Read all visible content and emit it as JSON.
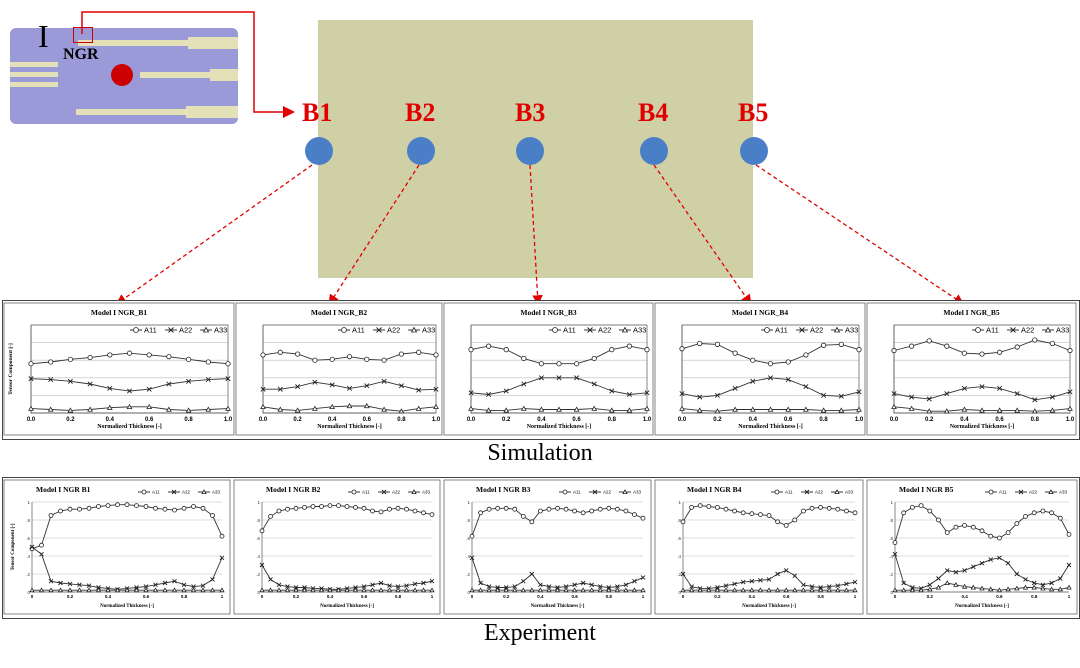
{
  "schematic": {
    "roman_label": "I",
    "ngr_label": "NGR"
  },
  "points": [
    "B1",
    "B2",
    "B3",
    "B4",
    "B5"
  ],
  "section_labels": {
    "simulation": "Simulation",
    "experiment": "Experiment"
  },
  "colors": {
    "panel": "#d0d0a6",
    "point": "#4a7fc8",
    "arrow": "#e00000",
    "schematic": "#9a9ad8",
    "gate": "#cc0000"
  },
  "simulation_charts": [
    {
      "title": "Model I NGR_B1",
      "type": "line",
      "ylabel": "Tensor Component [-]",
      "xlabel": "Normalized Thickness [-]",
      "ylim": [
        0,
        1
      ],
      "xticks": [
        "0.0",
        "0.2",
        "0.4",
        "0.6",
        "0.8",
        "1.0"
      ],
      "x": [
        0,
        0.1,
        0.2,
        0.3,
        0.4,
        0.5,
        0.6,
        0.7,
        0.8,
        0.9,
        1.0
      ],
      "series": [
        {
          "name": "A11",
          "values": [
            0.56,
            0.58,
            0.61,
            0.63,
            0.66,
            0.68,
            0.66,
            0.64,
            0.61,
            0.58,
            0.56
          ]
        },
        {
          "name": "A22",
          "values": [
            0.39,
            0.38,
            0.36,
            0.33,
            0.28,
            0.25,
            0.27,
            0.33,
            0.36,
            0.38,
            0.39
          ]
        },
        {
          "name": "A33",
          "values": [
            0.05,
            0.04,
            0.03,
            0.04,
            0.06,
            0.07,
            0.07,
            0.04,
            0.03,
            0.04,
            0.05
          ]
        }
      ]
    },
    {
      "title": "Model I NGR_B2",
      "type": "line",
      "ylabel": "",
      "xlabel": "Normalized Thickness [-]",
      "ylim": [
        0,
        1
      ],
      "xticks": [
        "0.0",
        "0.2",
        "0.4",
        "0.6",
        "0.8",
        "1.0"
      ],
      "x": [
        0,
        0.1,
        0.2,
        0.3,
        0.4,
        0.5,
        0.6,
        0.7,
        0.8,
        0.9,
        1.0
      ],
      "series": [
        {
          "name": "A11",
          "values": [
            0.66,
            0.69,
            0.67,
            0.6,
            0.61,
            0.64,
            0.61,
            0.6,
            0.67,
            0.69,
            0.66
          ]
        },
        {
          "name": "A22",
          "values": [
            0.27,
            0.27,
            0.3,
            0.35,
            0.32,
            0.28,
            0.31,
            0.36,
            0.31,
            0.26,
            0.27
          ]
        },
        {
          "name": "A33",
          "values": [
            0.07,
            0.04,
            0.03,
            0.05,
            0.07,
            0.08,
            0.08,
            0.04,
            0.02,
            0.05,
            0.07
          ]
        }
      ]
    },
    {
      "title": "Model I NGR_B3",
      "type": "line",
      "ylabel": "",
      "xlabel": "Normalized Thickness [-]",
      "ylim": [
        0,
        1
      ],
      "xticks": [
        "0.0",
        "0.2",
        "0.4",
        "0.6",
        "0.8",
        "1.0"
      ],
      "x": [
        0,
        0.1,
        0.2,
        0.3,
        0.4,
        0.5,
        0.6,
        0.7,
        0.8,
        0.9,
        1.0
      ],
      "series": [
        {
          "name": "A11",
          "values": [
            0.72,
            0.76,
            0.72,
            0.62,
            0.56,
            0.56,
            0.56,
            0.62,
            0.72,
            0.76,
            0.72
          ]
        },
        {
          "name": "A22",
          "values": [
            0.23,
            0.21,
            0.25,
            0.33,
            0.4,
            0.4,
            0.4,
            0.33,
            0.25,
            0.21,
            0.23
          ]
        },
        {
          "name": "A33",
          "values": [
            0.05,
            0.03,
            0.03,
            0.05,
            0.04,
            0.04,
            0.04,
            0.05,
            0.03,
            0.03,
            0.05
          ]
        }
      ]
    },
    {
      "title": "Model I NGR_B4",
      "type": "line",
      "ylabel": "",
      "xlabel": "Normalized Thickness [-]",
      "ylim": [
        0,
        1
      ],
      "xticks": [
        "0.0",
        "0.2",
        "0.4",
        "0.6",
        "0.8",
        "1.0"
      ],
      "x": [
        0,
        0.1,
        0.2,
        0.3,
        0.4,
        0.5,
        0.6,
        0.7,
        0.8,
        0.9,
        1.0
      ],
      "series": [
        {
          "name": "A11",
          "values": [
            0.73,
            0.79,
            0.78,
            0.68,
            0.6,
            0.56,
            0.58,
            0.66,
            0.77,
            0.78,
            0.72
          ]
        },
        {
          "name": "A22",
          "values": [
            0.22,
            0.18,
            0.2,
            0.28,
            0.36,
            0.4,
            0.38,
            0.3,
            0.2,
            0.19,
            0.24
          ]
        },
        {
          "name": "A33",
          "values": [
            0.05,
            0.03,
            0.02,
            0.04,
            0.04,
            0.04,
            0.04,
            0.04,
            0.03,
            0.03,
            0.04
          ]
        }
      ]
    },
    {
      "title": "Model I NGR_B5",
      "type": "line",
      "ylabel": "",
      "xlabel": "Normalized Thickness [-]",
      "ylim": [
        0,
        1
      ],
      "xticks": [
        "0.0",
        "0.2",
        "0.4",
        "0.6",
        "0.8",
        "1.0"
      ],
      "x": [
        0,
        0.1,
        0.2,
        0.3,
        0.4,
        0.5,
        0.6,
        0.7,
        0.8,
        0.9,
        1.0
      ],
      "series": [
        {
          "name": "A11",
          "values": [
            0.71,
            0.76,
            0.82,
            0.76,
            0.68,
            0.67,
            0.69,
            0.75,
            0.83,
            0.79,
            0.71
          ]
        },
        {
          "name": "A22",
          "values": [
            0.22,
            0.18,
            0.16,
            0.22,
            0.28,
            0.3,
            0.28,
            0.22,
            0.15,
            0.18,
            0.24
          ]
        },
        {
          "name": "A33",
          "values": [
            0.07,
            0.05,
            0.02,
            0.02,
            0.04,
            0.03,
            0.03,
            0.03,
            0.02,
            0.03,
            0.05
          ]
        }
      ]
    }
  ],
  "experiment_charts": [
    {
      "title": "Model I NGR B1",
      "type": "line",
      "ylabel": "Tensor Component [-]",
      "xlabel": "Normalized  Thickness [-]",
      "ylim": [
        0,
        1
      ],
      "xticks": [
        "0",
        "0.2",
        "0.4",
        "0.6",
        "0.8",
        "1"
      ],
      "x": [
        0,
        0.05,
        0.1,
        0.15,
        0.2,
        0.25,
        0.3,
        0.35,
        0.4,
        0.45,
        0.5,
        0.55,
        0.6,
        0.65,
        0.7,
        0.75,
        0.8,
        0.85,
        0.9,
        0.95,
        1.0
      ],
      "series": [
        {
          "name": "A11",
          "values": [
            0.48,
            0.52,
            0.85,
            0.9,
            0.92,
            0.92,
            0.93,
            0.95,
            0.96,
            0.97,
            0.97,
            0.96,
            0.95,
            0.93,
            0.92,
            0.91,
            0.93,
            0.95,
            0.93,
            0.85,
            0.62
          ]
        },
        {
          "name": "A22",
          "values": [
            0.5,
            0.42,
            0.12,
            0.1,
            0.09,
            0.08,
            0.07,
            0.05,
            0.04,
            0.03,
            0.04,
            0.05,
            0.06,
            0.08,
            0.1,
            0.12,
            0.08,
            0.06,
            0.07,
            0.14,
            0.38
          ]
        },
        {
          "name": "A33",
          "values": [
            0.02,
            0.02,
            0.02,
            0.02,
            0.02,
            0.02,
            0.02,
            0.02,
            0.02,
            0.02,
            0.02,
            0.02,
            0.02,
            0.02,
            0.02,
            0.02,
            0.02,
            0.02,
            0.02,
            0.02,
            0.02
          ]
        }
      ]
    },
    {
      "title": "Model I NGR B2",
      "type": "line",
      "ylabel": "",
      "xlabel": "Normalized  Thickness [-]",
      "ylim": [
        0,
        1
      ],
      "xticks": [
        "0",
        "0.2",
        "0.4",
        "0.6",
        "0.8",
        "1"
      ],
      "x": [
        0,
        0.05,
        0.1,
        0.15,
        0.2,
        0.25,
        0.3,
        0.35,
        0.4,
        0.45,
        0.5,
        0.55,
        0.6,
        0.65,
        0.7,
        0.75,
        0.8,
        0.85,
        0.9,
        0.95,
        1.0
      ],
      "series": [
        {
          "name": "A11",
          "values": [
            0.68,
            0.84,
            0.9,
            0.92,
            0.93,
            0.94,
            0.95,
            0.95,
            0.96,
            0.96,
            0.95,
            0.94,
            0.93,
            0.9,
            0.89,
            0.92,
            0.93,
            0.92,
            0.9,
            0.88,
            0.86
          ]
        },
        {
          "name": "A22",
          "values": [
            0.3,
            0.14,
            0.08,
            0.06,
            0.05,
            0.05,
            0.04,
            0.04,
            0.03,
            0.03,
            0.04,
            0.05,
            0.06,
            0.08,
            0.1,
            0.07,
            0.06,
            0.07,
            0.09,
            0.1,
            0.12
          ]
        },
        {
          "name": "A33",
          "values": [
            0.02,
            0.02,
            0.02,
            0.02,
            0.02,
            0.02,
            0.02,
            0.02,
            0.02,
            0.02,
            0.02,
            0.02,
            0.02,
            0.02,
            0.02,
            0.02,
            0.02,
            0.02,
            0.02,
            0.02,
            0.02
          ]
        }
      ]
    },
    {
      "title": "Model I NGR B3",
      "type": "line",
      "ylabel": "",
      "xlabel": "Normalized  Thickness [-]",
      "ylim": [
        0,
        1
      ],
      "xticks": [
        "0",
        "0.2",
        "0.4",
        "0.6",
        "0.8",
        "1"
      ],
      "x": [
        0,
        0.05,
        0.1,
        0.15,
        0.2,
        0.25,
        0.3,
        0.35,
        0.4,
        0.45,
        0.5,
        0.55,
        0.6,
        0.65,
        0.7,
        0.75,
        0.8,
        0.85,
        0.9,
        0.95,
        1.0
      ],
      "series": [
        {
          "name": "A11",
          "values": [
            0.62,
            0.88,
            0.92,
            0.93,
            0.93,
            0.92,
            0.84,
            0.78,
            0.9,
            0.92,
            0.93,
            0.92,
            0.9,
            0.88,
            0.9,
            0.92,
            0.93,
            0.92,
            0.9,
            0.86,
            0.82
          ]
        },
        {
          "name": "A22",
          "values": [
            0.38,
            0.1,
            0.06,
            0.05,
            0.05,
            0.06,
            0.12,
            0.2,
            0.08,
            0.06,
            0.05,
            0.06,
            0.08,
            0.1,
            0.08,
            0.06,
            0.05,
            0.06,
            0.08,
            0.12,
            0.16
          ]
        },
        {
          "name": "A33",
          "values": [
            0.02,
            0.02,
            0.02,
            0.02,
            0.02,
            0.02,
            0.02,
            0.02,
            0.02,
            0.02,
            0.02,
            0.02,
            0.02,
            0.02,
            0.02,
            0.02,
            0.02,
            0.02,
            0.02,
            0.02,
            0.02
          ]
        }
      ]
    },
    {
      "title": "Model I NGR B4",
      "type": "line",
      "ylabel": "",
      "xlabel": "Normalized  Thickness [-]",
      "ylim": [
        0,
        1
      ],
      "xticks": [
        "0",
        "0.2",
        "0.4",
        "0.6",
        "0.8",
        "1"
      ],
      "x": [
        0,
        0.05,
        0.1,
        0.15,
        0.2,
        0.25,
        0.3,
        0.35,
        0.4,
        0.45,
        0.5,
        0.55,
        0.6,
        0.65,
        0.7,
        0.75,
        0.8,
        0.85,
        0.9,
        0.95,
        1.0
      ],
      "series": [
        {
          "name": "A11",
          "values": [
            0.78,
            0.94,
            0.96,
            0.95,
            0.94,
            0.92,
            0.9,
            0.88,
            0.87,
            0.86,
            0.85,
            0.78,
            0.74,
            0.8,
            0.9,
            0.93,
            0.94,
            0.93,
            0.92,
            0.9,
            0.88
          ]
        },
        {
          "name": "A22",
          "values": [
            0.2,
            0.06,
            0.04,
            0.04,
            0.05,
            0.07,
            0.09,
            0.11,
            0.12,
            0.13,
            0.14,
            0.2,
            0.24,
            0.18,
            0.08,
            0.06,
            0.05,
            0.06,
            0.07,
            0.09,
            0.11
          ]
        },
        {
          "name": "A33",
          "values": [
            0.02,
            0.02,
            0.02,
            0.02,
            0.02,
            0.02,
            0.02,
            0.02,
            0.02,
            0.02,
            0.02,
            0.02,
            0.02,
            0.02,
            0.02,
            0.02,
            0.02,
            0.02,
            0.02,
            0.02,
            0.02
          ]
        }
      ]
    },
    {
      "title": "Model I NGR B5",
      "type": "line",
      "ylabel": "",
      "xlabel": "Normalized  Thickness [-]",
      "ylim": [
        0,
        1
      ],
      "xticks": [
        "0",
        "0.2",
        "0.4",
        "0.6",
        "0.8",
        "1"
      ],
      "x": [
        0,
        0.05,
        0.1,
        0.15,
        0.2,
        0.25,
        0.3,
        0.35,
        0.4,
        0.45,
        0.5,
        0.55,
        0.6,
        0.65,
        0.7,
        0.75,
        0.8,
        0.85,
        0.9,
        0.95,
        1.0
      ],
      "series": [
        {
          "name": "A11",
          "values": [
            0.55,
            0.88,
            0.94,
            0.96,
            0.9,
            0.8,
            0.66,
            0.72,
            0.74,
            0.72,
            0.68,
            0.62,
            0.6,
            0.66,
            0.76,
            0.84,
            0.88,
            0.9,
            0.88,
            0.82,
            0.64
          ]
        },
        {
          "name": "A22",
          "values": [
            0.42,
            0.1,
            0.05,
            0.04,
            0.08,
            0.15,
            0.24,
            0.22,
            0.24,
            0.28,
            0.32,
            0.36,
            0.38,
            0.32,
            0.2,
            0.14,
            0.1,
            0.08,
            0.1,
            0.15,
            0.3
          ]
        },
        {
          "name": "A33",
          "values": [
            0.02,
            0.02,
            0.02,
            0.02,
            0.03,
            0.05,
            0.1,
            0.08,
            0.06,
            0.05,
            0.04,
            0.03,
            0.02,
            0.03,
            0.04,
            0.05,
            0.05,
            0.04,
            0.03,
            0.03,
            0.05
          ]
        }
      ]
    }
  ]
}
